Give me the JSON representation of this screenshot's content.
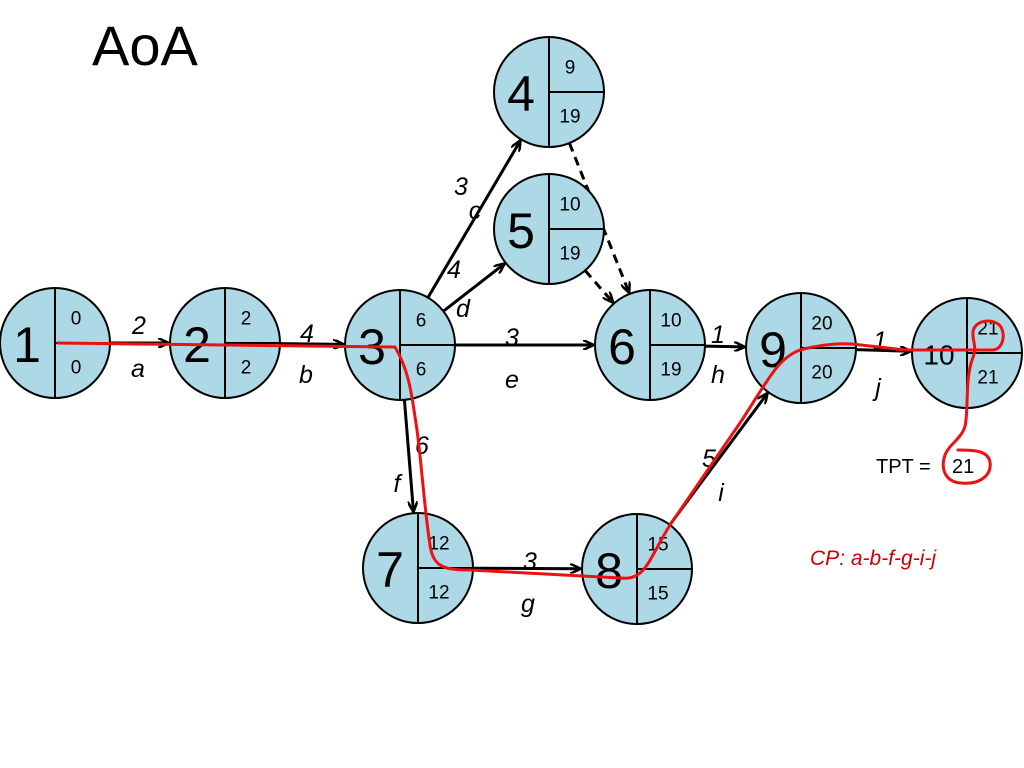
{
  "title": "AoA",
  "colors": {
    "node_fill": "#add8e6",
    "stroke": "#000000",
    "critical_path": "#ee1111",
    "cp_text": "#cc0000"
  },
  "nodes": [
    {
      "id": "1",
      "es": "0",
      "ls": "0"
    },
    {
      "id": "2",
      "es": "2",
      "ls": "2"
    },
    {
      "id": "3",
      "es": "6",
      "ls": "6"
    },
    {
      "id": "4",
      "es": "9",
      "ls": "19"
    },
    {
      "id": "5",
      "es": "10",
      "ls": "19"
    },
    {
      "id": "6",
      "es": "10",
      "ls": "19"
    },
    {
      "id": "7",
      "es": "12",
      "ls": "12"
    },
    {
      "id": "8",
      "es": "15",
      "ls": "15"
    },
    {
      "id": "9",
      "es": "20",
      "ls": "20"
    },
    {
      "id": "10",
      "es": "21",
      "ls": "21"
    }
  ],
  "activities": [
    {
      "name": "a",
      "duration": "2",
      "from": "1",
      "to": "2"
    },
    {
      "name": "b",
      "duration": "4",
      "from": "2",
      "to": "3"
    },
    {
      "name": "c",
      "duration": "3",
      "from": "3",
      "to": "4"
    },
    {
      "name": "d",
      "duration": "4",
      "from": "3",
      "to": "5"
    },
    {
      "name": "e",
      "duration": "3",
      "from": "3",
      "to": "6"
    },
    {
      "name": "f",
      "duration": "6",
      "from": "3",
      "to": "7"
    },
    {
      "name": "g",
      "duration": "3",
      "from": "7",
      "to": "8"
    },
    {
      "name": "h",
      "duration": "1",
      "from": "6",
      "to": "9"
    },
    {
      "name": "i",
      "duration": "5",
      "from": "8",
      "to": "9"
    },
    {
      "name": "j",
      "duration": "1",
      "from": "9",
      "to": "10"
    }
  ],
  "dummies": [
    {
      "from": "4",
      "to": "6"
    },
    {
      "from": "5",
      "to": "6"
    }
  ],
  "tpt": {
    "label": "TPT =",
    "value": "21"
  },
  "critical_path": {
    "prefix": "CP",
    "sequence": ": a-b-f-g-i-j"
  }
}
